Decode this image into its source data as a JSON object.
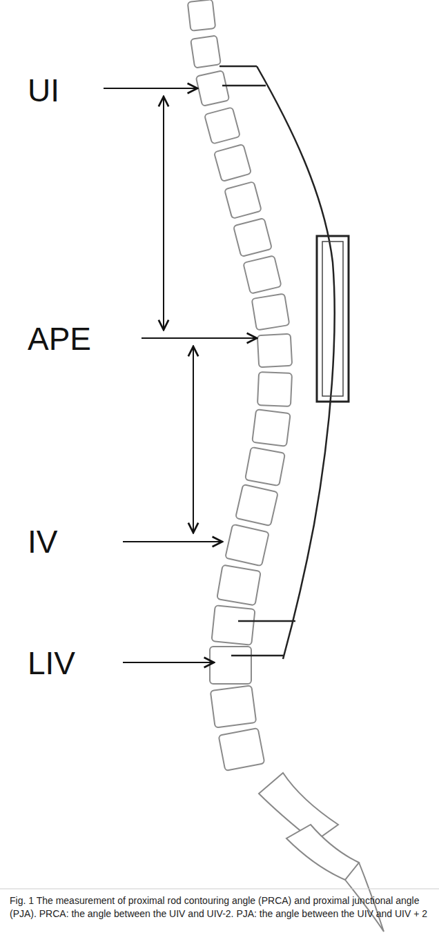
{
  "diagram": {
    "caption": "Fig. 1 The measurement of proximal rod contouring angle (PRCA) and proximal junctional angle (PJA). PRCA: the angle between the UIV and UIV-2. PJA: the angle between the UIV and UIV + 2",
    "labels": [
      "UI",
      "APE",
      "IV",
      "LIV"
    ]
  }
}
